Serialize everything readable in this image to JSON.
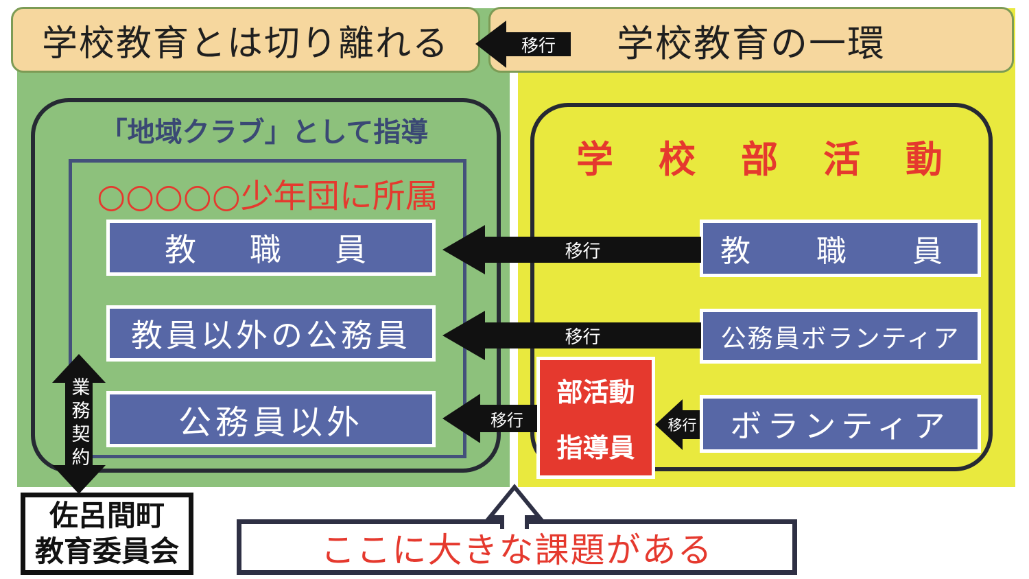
{
  "labels": {
    "transition": "移行"
  },
  "headers": {
    "left": "学校教育とは切り離れる",
    "right": "学校教育の一環"
  },
  "left_panel": {
    "title": "「地域クラブ」として指導",
    "subtitle": "○○○○○少年団に所属",
    "boxes": {
      "teachers": "教　職　員",
      "non_teacher_civil_servants": "教員以外の公務員",
      "non_civil_servants": "公務員以外"
    },
    "contract_arrow_label": "業務契約"
  },
  "right_panel": {
    "title": "学　校　部　活　動",
    "boxes": {
      "teachers": "教　職　員",
      "civil_servant_volunteers": "公務員ボランティア",
      "volunteers": "ボランティア"
    },
    "instructor_box": {
      "line1": "部活動",
      "line2": "指導員"
    }
  },
  "board_box": {
    "line1": "佐呂間町",
    "line2": "教育委員会"
  },
  "issue_box": {
    "text": "ここに大きな課題がある"
  },
  "colors": {
    "green_panel": "#8DC17C",
    "yellow_panel": "#E9E93E",
    "orange_header": "#F6D79E",
    "header_border_green": "#7C9B55",
    "blue_box": "#5767A6",
    "blue_box_border": "#FFFFFF",
    "red_accent": "#E5392E",
    "navy_outline": "#262933",
    "inner_rect_border": "#44517B",
    "arrow_black": "#111111",
    "issue_border_navy": "#2E3044"
  }
}
